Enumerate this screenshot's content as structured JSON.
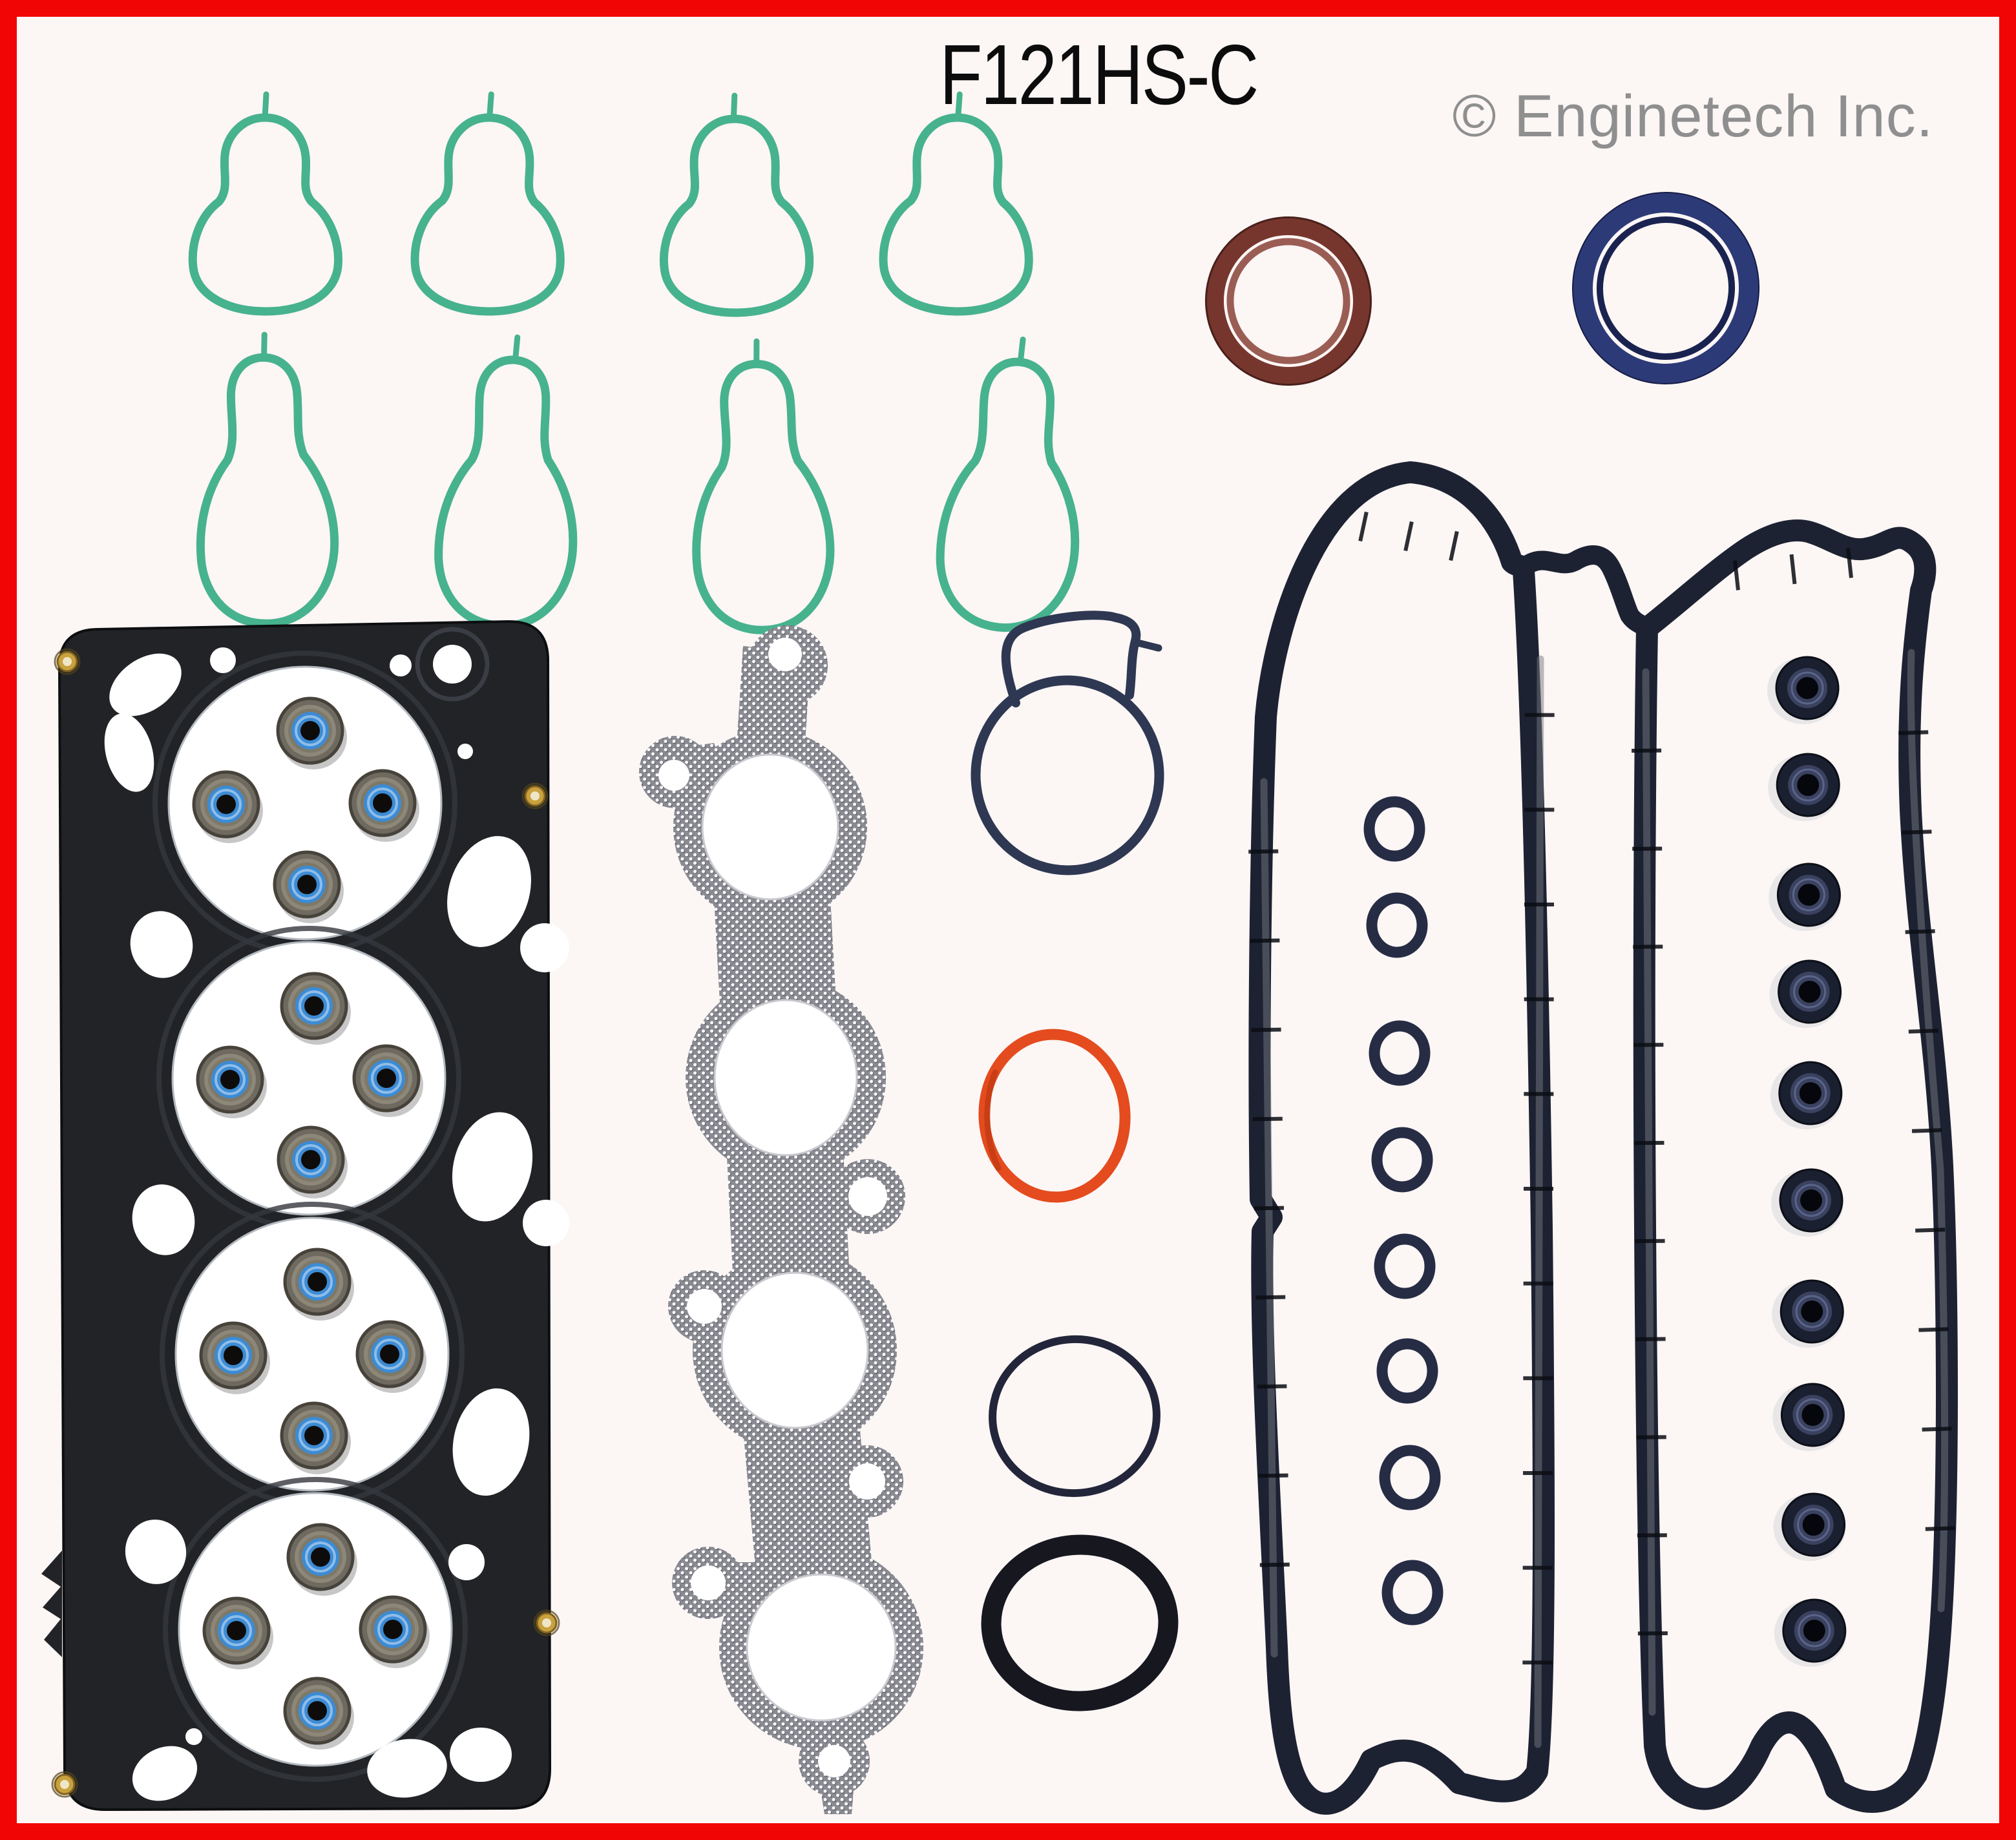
{
  "header": {
    "part_number": "F121HS-C",
    "watermark": "© Enginetech Inc."
  },
  "photo": {
    "description": "Product photo of an Enginetech engine head gasket set laid out on a white background inside a red border",
    "frame_color": "#f20505",
    "background_color": "#fcf6f5"
  },
  "parts": {
    "intake_port_gaskets": {
      "label": "green intake port gaskets",
      "count": 8,
      "color": "#47b28e"
    },
    "camshaft_seal": {
      "label": "brown camshaft seal",
      "count": 1,
      "color": "#76362e",
      "inner_color": "#8f4d42"
    },
    "crankshaft_seal": {
      "label": "blue crankshaft seal",
      "count": 1,
      "color": "#2c3a78",
      "inner_color": "#1a2350"
    },
    "head_gasket": {
      "label": "steel head gasket",
      "count": 1,
      "color": "#212327",
      "cylinder_bores": 4,
      "rivet_color": "#c9a13d"
    },
    "valve_stem_seals": {
      "label": "valve stem seals",
      "count": 16,
      "color": "#3c8bd4",
      "cup_color": "#6f6a60",
      "hole_color": "#0e0c0b"
    },
    "exhaust_manifold_gasket": {
      "label": "perforated exhaust manifold gasket",
      "count": 1,
      "color": "#8a8a92",
      "ports": 4
    },
    "ring_with_handle": {
      "label": "o-ring with retainer handle",
      "count": 1,
      "color": "#2e3852"
    },
    "orange_o_ring": {
      "label": "orange o-ring",
      "count": 1,
      "color": "#e44b1e"
    },
    "thin_black_o_ring": {
      "label": "thin black o-ring",
      "count": 1,
      "color": "#23263a"
    },
    "thick_black_o_ring": {
      "label": "thick black o-ring",
      "count": 1,
      "color": "#17171f"
    },
    "valve_cover_gaskets": {
      "label": "valve cover gasket halves",
      "count": 2,
      "color": "#1d2232"
    },
    "small_seal_rings": {
      "label": "small sealing rings",
      "count": 8,
      "color": "#262c44"
    },
    "bolt_grommets": {
      "label": "valve cover bolt grommets",
      "count": 10,
      "color": "#1a2030"
    }
  }
}
